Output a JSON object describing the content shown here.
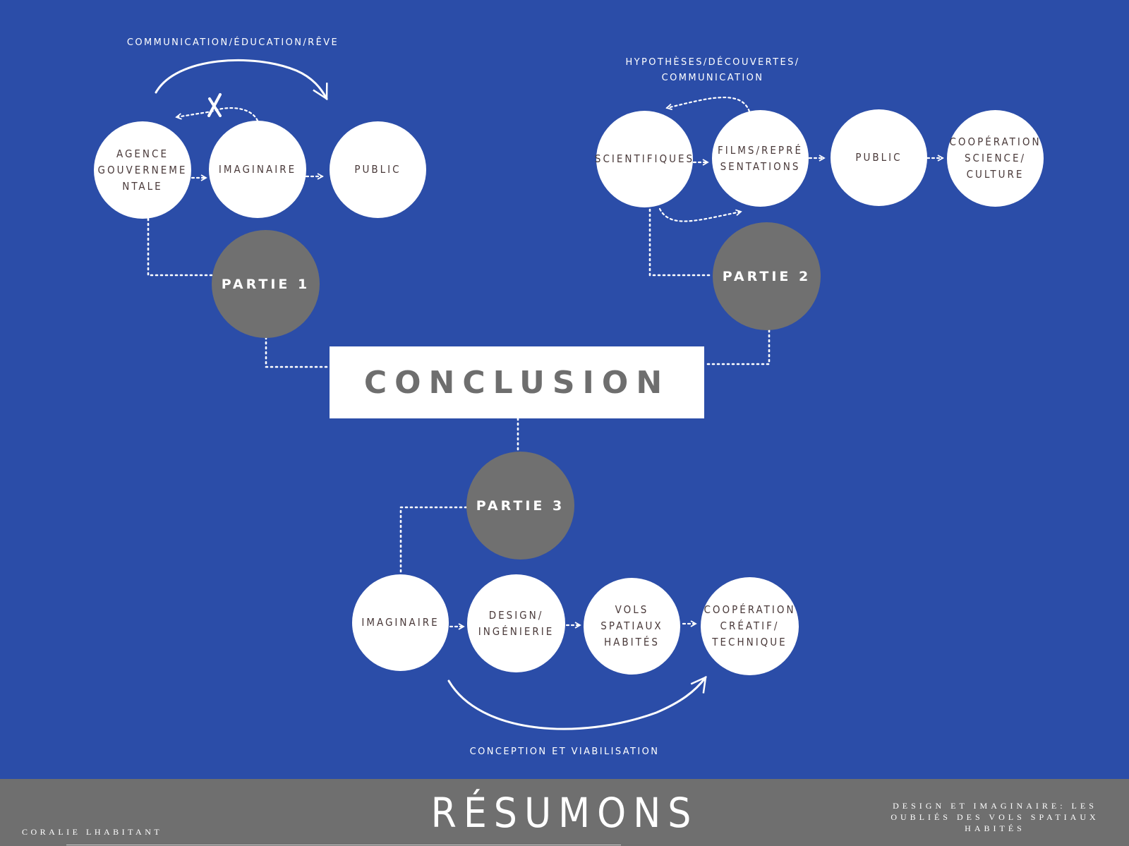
{
  "colors": {
    "background": "#2b4da8",
    "node": "#ffffff",
    "part": "#707070",
    "node_text": "#4a3a3a",
    "footer": "#6f6f6f"
  },
  "captions": {
    "top_left": "COMMUNICATION/ÉDUCATION/RÊVE",
    "top_right": "HYPOTHÈSES/DÉCOUVERTES/\nCOMMUNICATION",
    "bottom": "CONCEPTION ET VIABILISATION"
  },
  "part1": {
    "label": "PARTIE 1",
    "nodes": [
      "AGENCE\nGOUVERNEME\nNTALE",
      "IMAGINAIRE",
      "PUBLIC"
    ]
  },
  "part2": {
    "label": "PARTIE 2",
    "nodes": [
      "SCIENTIFIQUES",
      "FILMS/REPRÉ\nSENTATIONS",
      "PUBLIC",
      "COOPÉRATION\nSCIENCE/\nCULTURE"
    ]
  },
  "part3": {
    "label": "PARTIE 3",
    "nodes": [
      "IMAGINAIRE",
      "DESIGN/\nINGÉNIERIE",
      "VOLS\nSPATIAUX\nHABITÉS",
      "COOPÉRATION\nCRÉATIF/\nTECHNIQUE"
    ]
  },
  "conclusion": "CONCLUSION",
  "footer": {
    "title": "RÉSUMONS",
    "author": "CORALIE LHABITANT",
    "subtitle": "DESIGN ET IMAGINAIRE: LES OUBLIÉS DES VOLS SPATIAUX HABITÉS"
  }
}
